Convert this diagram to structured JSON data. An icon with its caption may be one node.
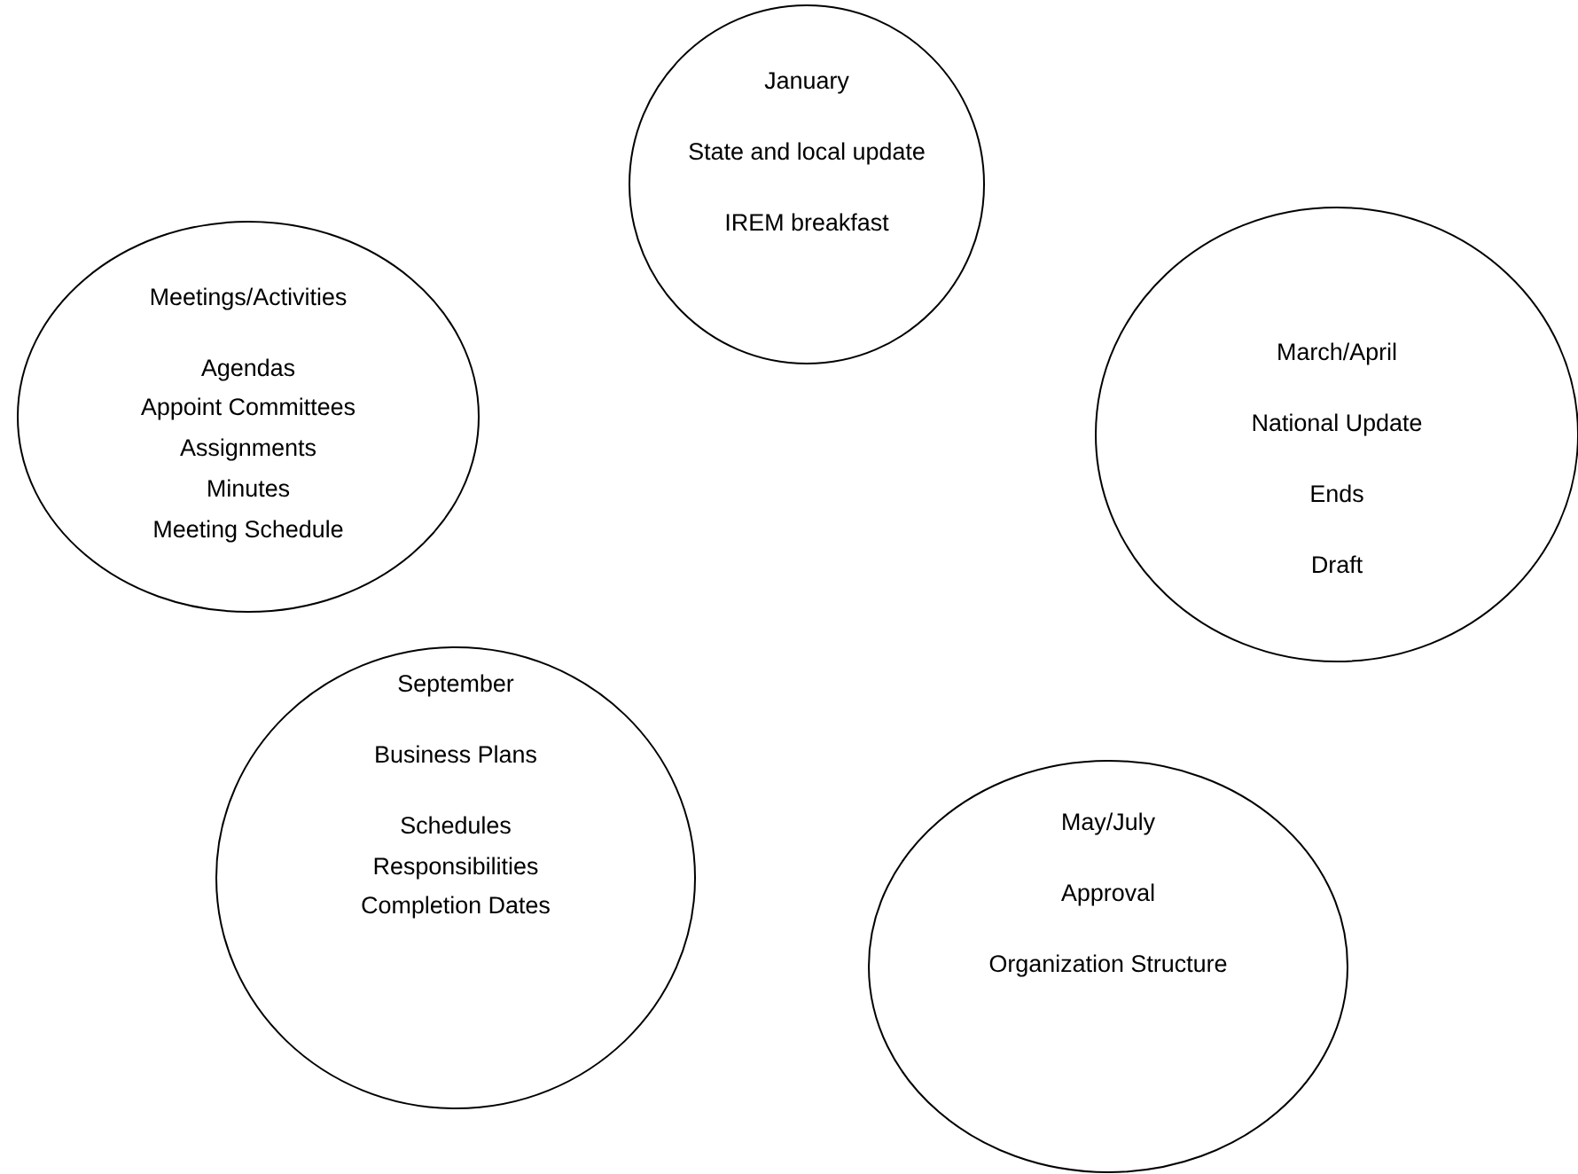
{
  "diagram": {
    "nodes": [
      {
        "text": [
          "January",
          "State and local update",
          "IREM breakfast"
        ]
      },
      {
        "text": [
          "Meetings/Activities",
          "Agendas",
          "Appoint Committees",
          "Assignments",
          "Minutes",
          "Meeting Schedule"
        ]
      },
      {
        "text": [
          "March/April",
          "National Update",
          "Ends",
          "Draft"
        ]
      },
      {
        "text": [
          "September",
          "Business Plans",
          "Schedules",
          "Responsibilities",
          "Completion Dates"
        ]
      },
      {
        "text": [
          "May/July",
          "Approval",
          "Organization Structure"
        ]
      }
    ]
  }
}
